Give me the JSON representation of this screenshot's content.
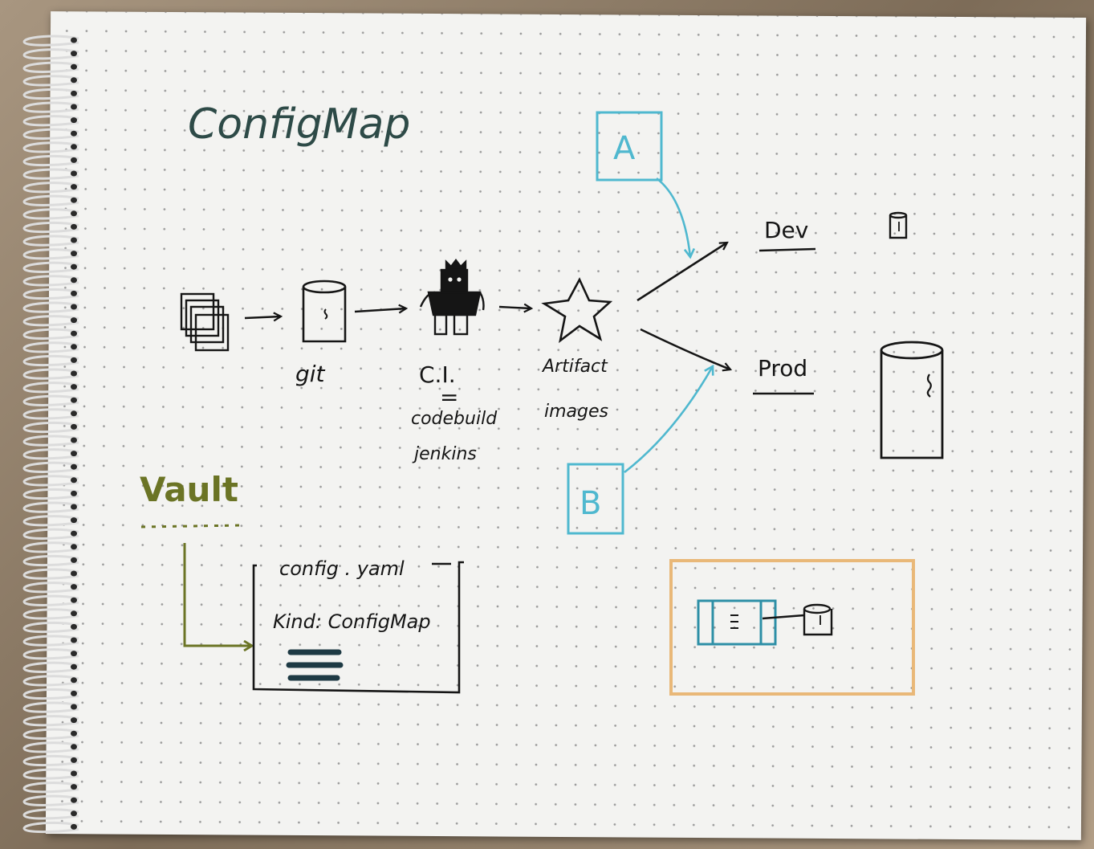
{
  "title": "ConfigMap",
  "pipeline": {
    "git_label": "git",
    "ci_label": "C.I.",
    "ci_equals": "=",
    "ci_tools": [
      "codebuild",
      "jenkins"
    ],
    "artifact_label": "Artifact",
    "artifact_sub": "images"
  },
  "environments": {
    "dev": "Dev",
    "prod": "Prod"
  },
  "boxes": {
    "a": "A",
    "b": "B"
  },
  "vault": {
    "label": "Vault"
  },
  "config_file": {
    "name": "config . yaml",
    "kind_line": "Kind: ConfigMap"
  },
  "colors": {
    "ink": "#151515",
    "teal": "#4fb8cf",
    "olive": "#6b7425",
    "orange": "#e9b878",
    "title": "#2d4a47",
    "navy": "#1e3a44"
  }
}
